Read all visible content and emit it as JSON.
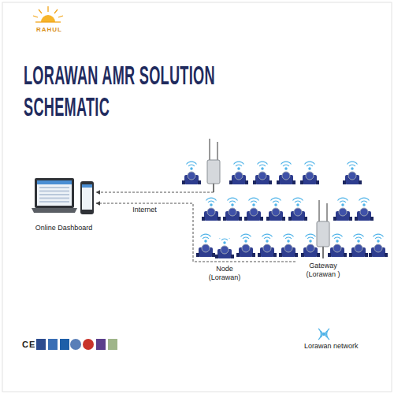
{
  "diagram": {
    "title": "LORAWAN AMR SOLUTION SCHEMATIC",
    "nodes": [
      {
        "text": [
          "Online Dashboard"
        ]
      },
      {
        "text": [
          "Node (Lorawan)"
        ]
      },
      {
        "text": [
          "Gateway (Lorawan )"
        ]
      }
    ],
    "edges": [
      {
        "from": 2,
        "to": 0,
        "arrow": "to",
        "label": "Internet"
      }
    ],
    "labels": [
      "RAHUL",
      "CE"
    ],
    "legend": [
      {
        "text": "Lorawan network"
      }
    ]
  }
}
